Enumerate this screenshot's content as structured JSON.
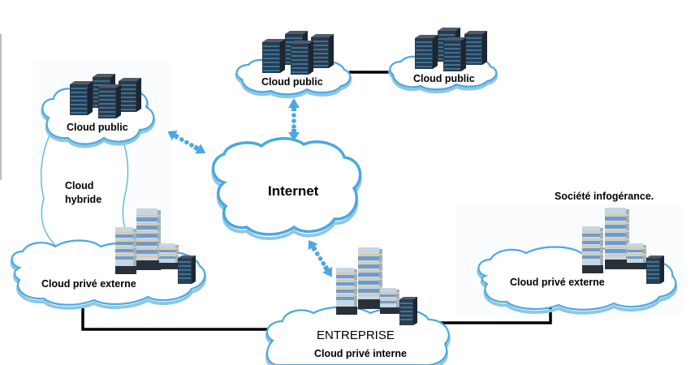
{
  "diagram": {
    "title": "Cloud computing deployment models",
    "nodes": {
      "internet": {
        "label": "Internet",
        "icon": "cloud-icon"
      },
      "cloud_public_left": {
        "label": "Cloud public",
        "icon": "server-rack-icon"
      },
      "cloud_public_top_center": {
        "label": "Cloud public",
        "icon": "server-rack-icon"
      },
      "cloud_public_top_right": {
        "label": "Cloud public",
        "icon": "server-rack-icon"
      },
      "cloud_hybride": {
        "label_line1": "Cloud",
        "label_line2": "hybride",
        "icon": "cloud-icon"
      },
      "cloud_prive_externe_left": {
        "label": "Cloud privé externe",
        "icon": "office-buildings-icon"
      },
      "entreprise": {
        "label": "ENTREPRISE",
        "sublabel": "Cloud privé interne",
        "icon": "office-buildings-icon"
      },
      "cloud_prive_externe_right": {
        "label": "Cloud privé externe",
        "caption": "Société infogérance.",
        "icon": "office-buildings-icon"
      }
    },
    "connections": [
      {
        "from": "cloud_public_top_center",
        "to": "cloud_public_top_right",
        "style": "solid-line"
      },
      {
        "from": "cloud_public_top_center",
        "to": "internet",
        "style": "dotted-double-arrow"
      },
      {
        "from": "cloud_public_left",
        "to": "internet",
        "style": "dotted-double-arrow"
      },
      {
        "from": "internet",
        "to": "entreprise",
        "style": "dotted-double-arrow"
      },
      {
        "from": "cloud_prive_externe_left",
        "to": "entreprise",
        "style": "solid-line"
      },
      {
        "from": "entreprise",
        "to": "cloud_prive_externe_right",
        "style": "solid-line"
      }
    ],
    "colors": {
      "cloud_outline": "#4aa8e0",
      "cloud_shadow": "#8ec6e6",
      "arrow": "#4aa8e0",
      "connector_line": "#000000",
      "server": "#2b3a4a",
      "building_glass": "#6f9cc8"
    }
  }
}
